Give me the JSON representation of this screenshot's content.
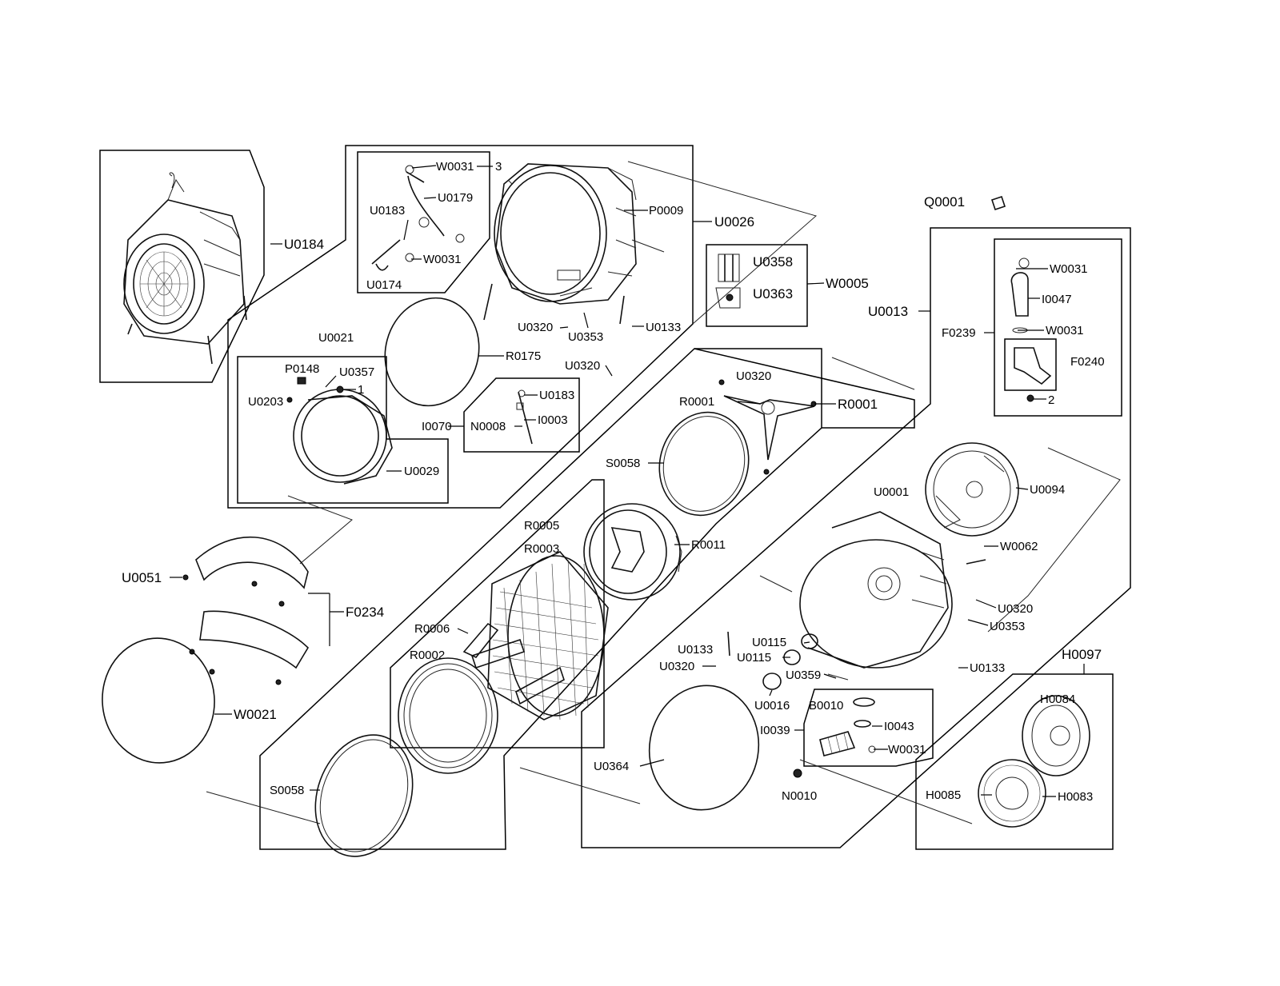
{
  "diagram": {
    "labels": {
      "u0184": "U0184",
      "w0031_a": "W0031",
      "three": "3",
      "u0179": "U0179",
      "u0183_a": "U0183",
      "w0031_b": "W0031",
      "u0174": "U0174",
      "p0009": "P0009",
      "u0026": "U0026",
      "q0001": "Q0001",
      "u0358": "U0358",
      "u0363": "U0363",
      "w0005": "W0005",
      "u0013": "U0013",
      "w0031_c": "W0031",
      "i0047": "I0047",
      "f0239": "F0239",
      "w0031_d": "W0031",
      "f0240": "F0240",
      "two": "2",
      "u0320_a": "U0320",
      "u0353_a": "U0353",
      "u0133_a": "U0133",
      "r0175": "R0175",
      "u0320_b": "U0320",
      "u0021": "U0021",
      "p0148": "P0148",
      "u0357": "U0357",
      "u0203": "U0203",
      "one": "1",
      "u0029": "U0029",
      "u0183_b": "U0183",
      "i0070": "I0070",
      "n0008": "N0008",
      "i0003": "I0003",
      "u0320_c": "U0320",
      "r0001_a": "R0001",
      "r0001_b": "R0001",
      "s0058_a": "S0058",
      "u0001": "U0001",
      "u0094": "U0094",
      "r0005": "R0005",
      "r0011": "R0011",
      "r0003": "R0003",
      "w0062": "W0062",
      "u0051": "U0051",
      "f0234": "F0234",
      "u0320_d": "U0320",
      "u0353_b": "U0353",
      "r0006": "R0006",
      "u0133_b": "U0133",
      "u0115_a": "U0115",
      "u0115_b": "U0115",
      "h0097": "H0097",
      "r0002": "R0002",
      "u0320_e": "U0320",
      "u0359": "U0359",
      "u0133_c": "U0133",
      "u0016": "U0016",
      "h0084": "H0084",
      "b0010": "B0010",
      "w0021": "W0021",
      "i0043": "I0043",
      "i0039": "I0039",
      "w0031_e": "W0031",
      "u0364": "U0364",
      "s0058_b": "S0058",
      "n0010": "N0010",
      "h0085": "H0085",
      "h0083": "H0083"
    }
  }
}
